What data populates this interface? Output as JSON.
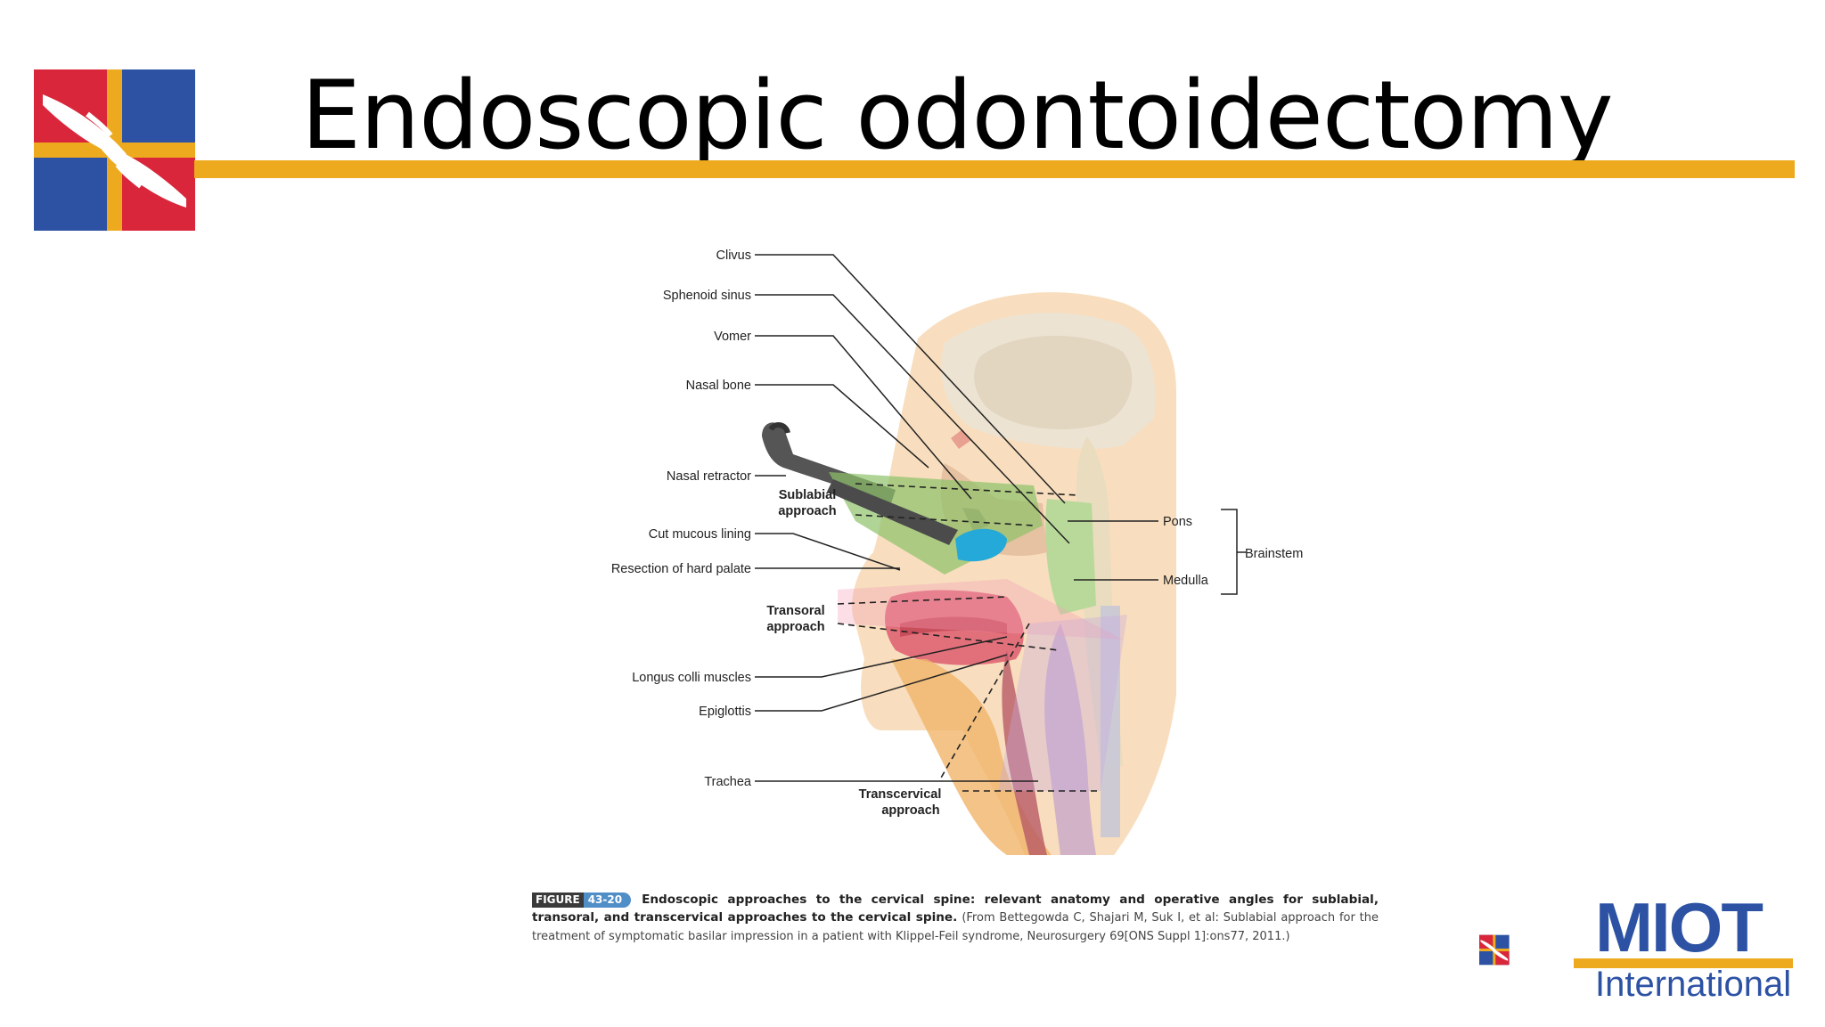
{
  "slide": {
    "title": "Endoscopic odontoidectomy",
    "accent_color": "#eeaa1f",
    "brand_blue": "#2d52a4",
    "brand_red": "#d9263b"
  },
  "diagram": {
    "left_labels": [
      "Clivus",
      "Sphenoid sinus",
      "Vomer",
      "Nasal bone",
      "Nasal retractor",
      "Cut mucous lining",
      "Resection of hard palate",
      "Longus colli muscles",
      "Epiglottis",
      "Trachea"
    ],
    "approaches": {
      "sublabial": [
        "Sublabial",
        "approach"
      ],
      "transoral": [
        "Transoral",
        "approach"
      ],
      "transcervical": [
        "Transcervical",
        "approach"
      ]
    },
    "right_labels": {
      "pons": "Pons",
      "medulla": "Medulla",
      "brainstem": "Brainstem"
    }
  },
  "caption": {
    "tag": "FIGURE",
    "number": "43-20",
    "lead": "Endoscopic approaches to the cervical spine: relevant anatomy and operative angles for sublabial, transoral, and transcervical approaches to the cervical spine.",
    "source": "(From Bettegowda C, Shajari M, Suk I, et al: Sublabial approach for the treatment of symptomatic basilar impression in a patient with Klippel-Feil syndrome, Neurosurgery 69[ONS Suppl 1]:ons77, 2011.)"
  },
  "logo": {
    "name": "MIOT",
    "subtitle": "International"
  }
}
